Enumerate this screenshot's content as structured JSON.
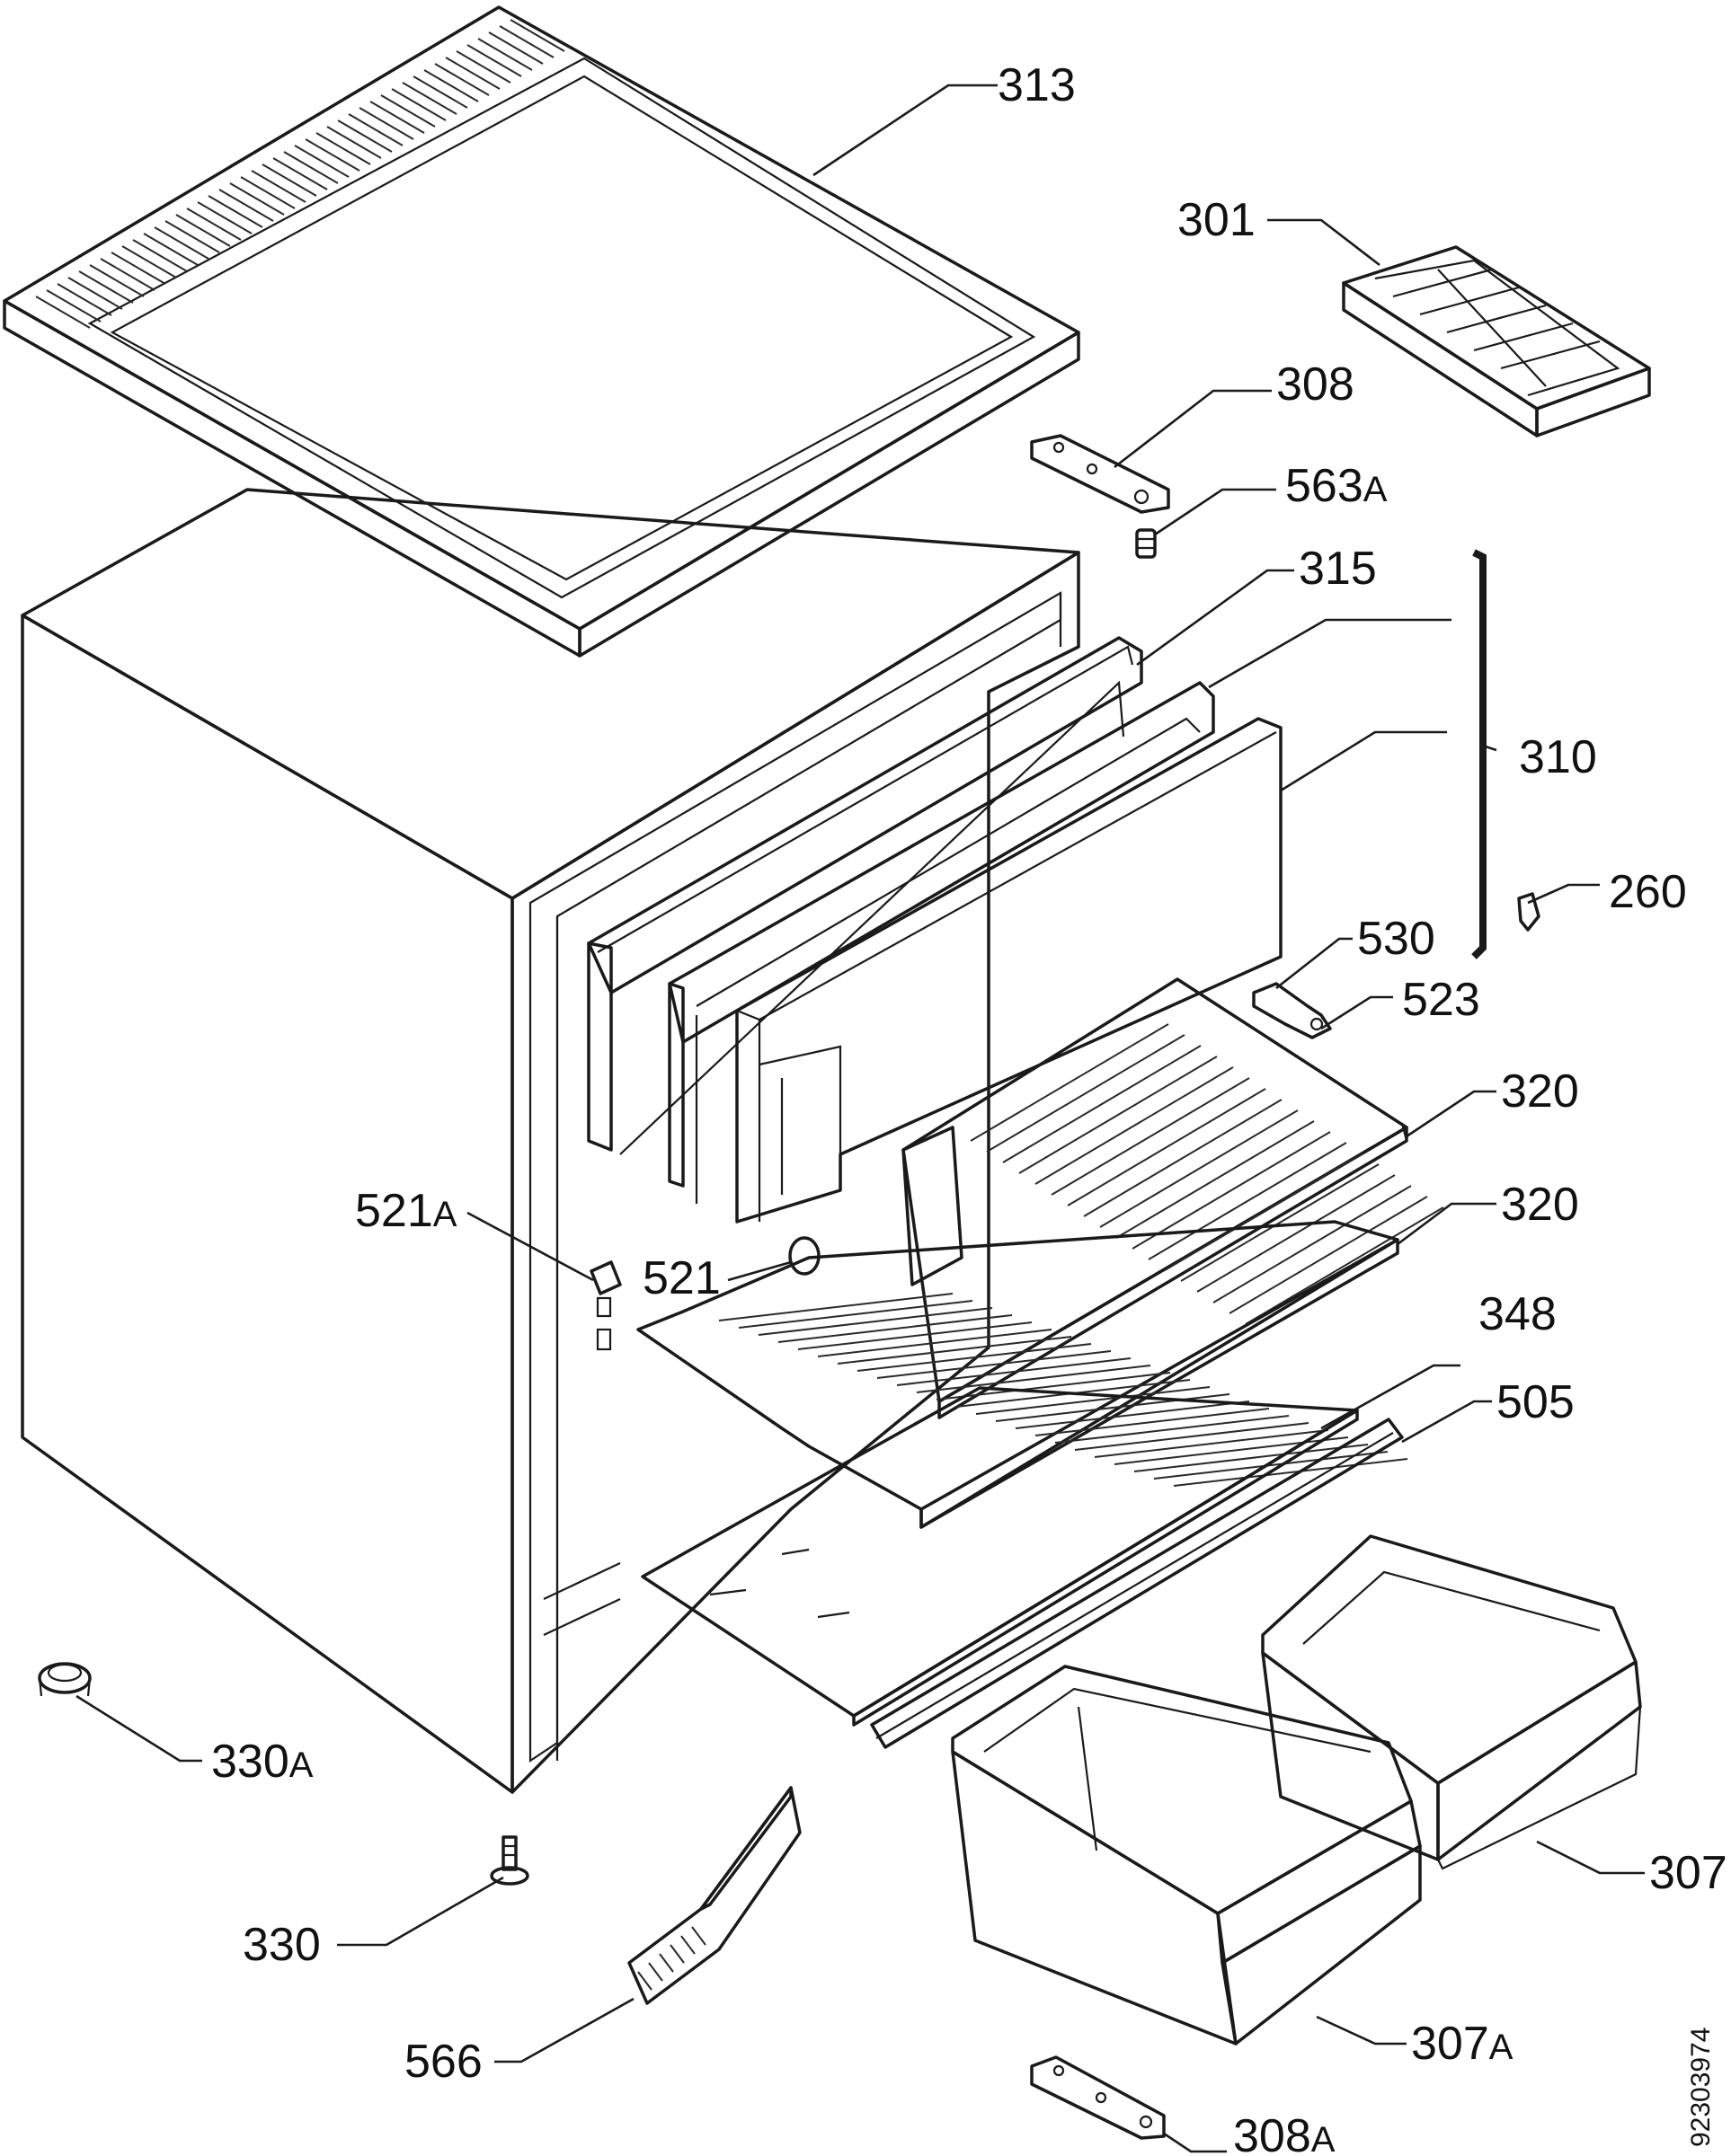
{
  "labels": {
    "p313": "313",
    "p301": "301",
    "p308": "308",
    "p563a": "563",
    "p563a_suf": "A",
    "p315": "315",
    "p310": "310",
    "p260": "260",
    "p530": "530",
    "p523": "523",
    "p320a": "320",
    "p320b": "320",
    "p521a": "521",
    "p521a_suf": "A",
    "p521": "521",
    "p348": "348",
    "p505": "505",
    "p330a": "330",
    "p330a_suf": "A",
    "p330": "330",
    "p566": "566",
    "p307": "307",
    "p307a": "307",
    "p307a_suf": "A",
    "p308a": "308",
    "p308a_suf": "A"
  },
  "doc_id": "92303974"
}
